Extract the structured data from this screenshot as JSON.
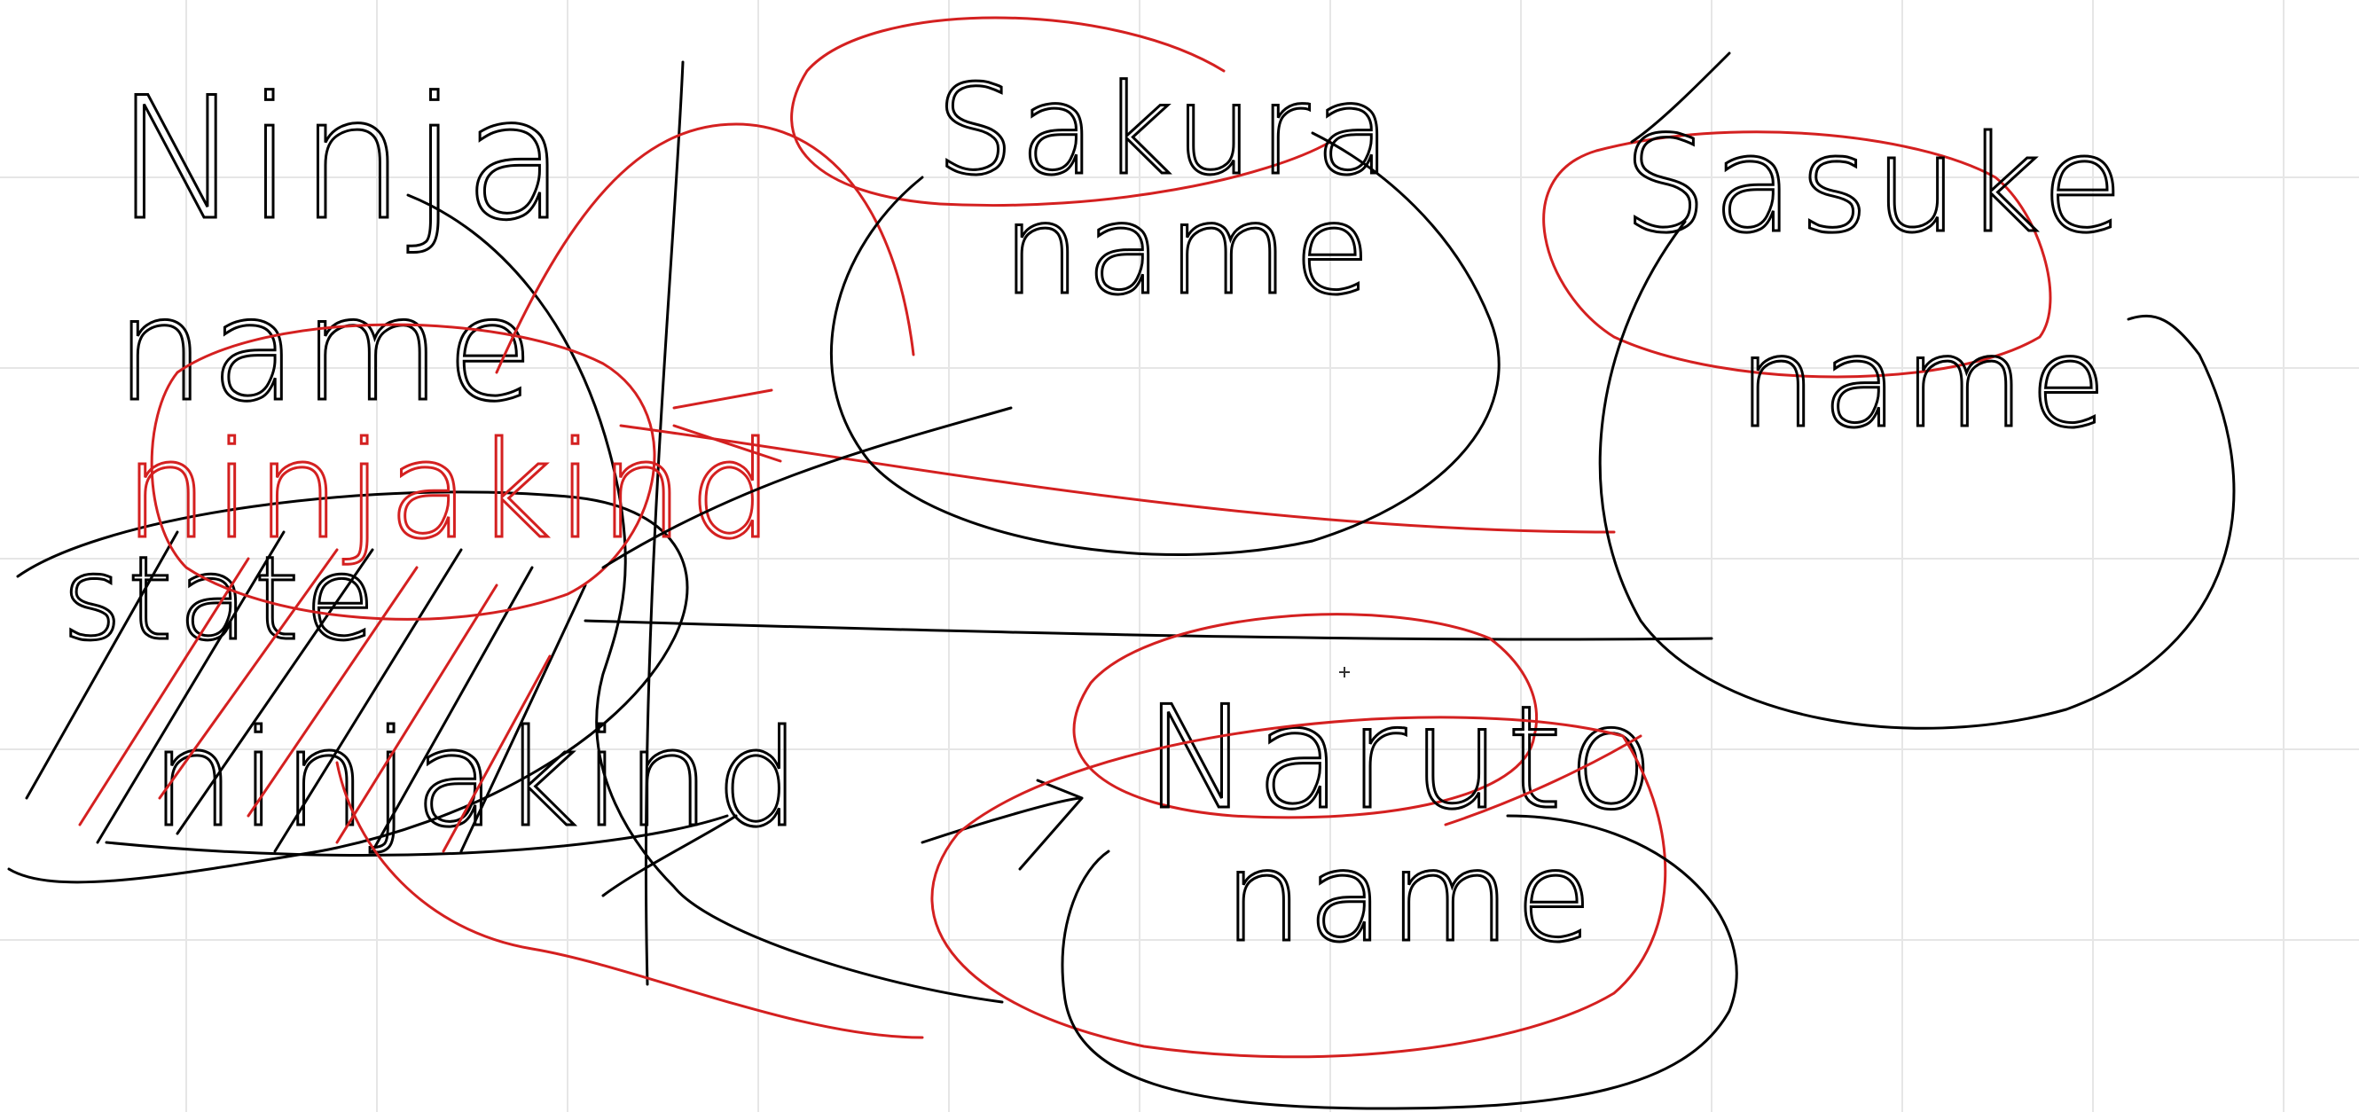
{
  "colors": {
    "background": "#ffffff",
    "grid": "#e6e6e6",
    "ink_black": "#000000",
    "ink_red": "#d42020"
  },
  "labels": {
    "ninja": "Ninja",
    "ninja_name": "name",
    "ninja_kind": "ninjakind",
    "state": "state",
    "ninja_kind_crossed": "ninjakind",
    "sakura": "Sakura",
    "sakura_name": "name",
    "sasuke": "Sasuke",
    "sasuke_name": "name",
    "naruto": "Naruto",
    "naruto_name": "name"
  },
  "icons": {
    "cursor": "crosshair-cursor-icon"
  }
}
